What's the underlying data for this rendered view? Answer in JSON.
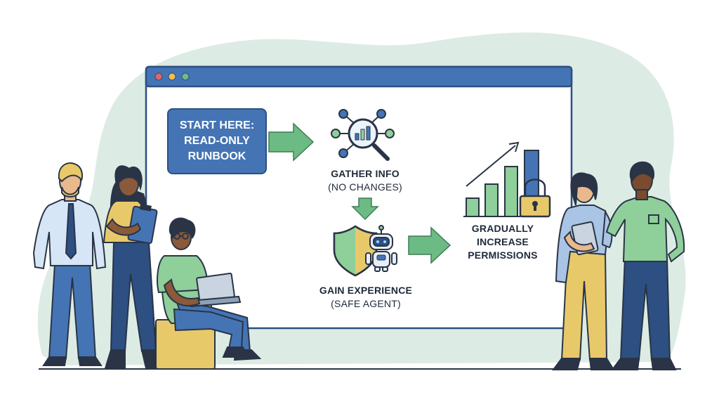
{
  "colors": {
    "blob": "#dcece4",
    "window_bar": "#4474b4",
    "arrow": "#6cbb84",
    "navy": "#2d4f82",
    "green": "#8fcf9a",
    "yellow": "#e8c96a",
    "ink": "#1e2a3a"
  },
  "window": {
    "dots": [
      "#e06666",
      "#f0c14b",
      "#6cbb84"
    ]
  },
  "steps": {
    "start": {
      "lines": [
        "START HERE:",
        "READ-ONLY",
        "RUNBOOK"
      ]
    },
    "gather": {
      "title": "GATHER INFO",
      "subtitle": "(NO CHANGES)"
    },
    "gain": {
      "title": "GAIN EXPERIENCE",
      "subtitle": "(SAFE AGENT)"
    },
    "increase": {
      "lines": [
        "GRADUALLY",
        "INCREASE",
        "PERMISSIONS"
      ]
    }
  },
  "icons": {
    "gather": "magnifier-network-icon",
    "shield": "shield-icon",
    "robot": "robot-icon",
    "bars": "bar-chart-icon",
    "lock": "padlock-icon"
  }
}
